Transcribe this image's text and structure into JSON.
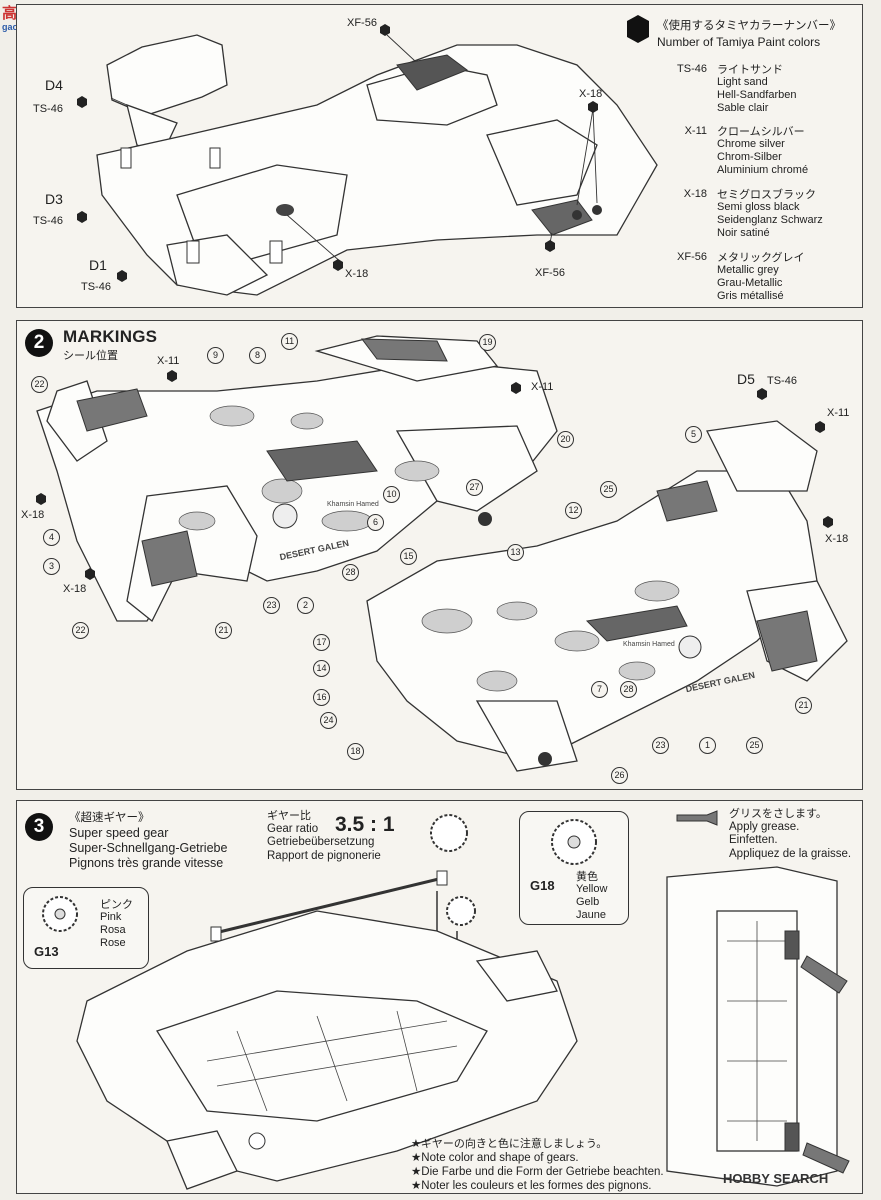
{
  "watermark": {
    "logo_text": "高手网",
    "url_text": "gao.shou.net"
  },
  "step1": {
    "paint_header_jp": "《使用するタミヤカラーナンバー》",
    "paint_header_en": "Number of Tamiya Paint colors",
    "paints": [
      {
        "code": "TS-46",
        "jp": "ライトサンド",
        "en": "Light sand",
        "de": "Hell-Sandfarben",
        "fr": "Sable clair"
      },
      {
        "code": "X-11",
        "jp": "クロームシルバー",
        "en": "Chrome silver",
        "de": "Chrom-Silber",
        "fr": "Aluminium chromé"
      },
      {
        "code": "X-18",
        "jp": "セミグロスブラック",
        "en": "Semi gloss black",
        "de": "Seidenglanz Schwarz",
        "fr": "Noir satiné"
      },
      {
        "code": "XF-56",
        "jp": "メタリックグレイ",
        "en": "Metallic grey",
        "de": "Grau-Metallic",
        "fr": "Gris métallisé"
      }
    ],
    "callouts": {
      "d4": "D4",
      "d4_paint": "TS-46",
      "d3": "D3",
      "d3_paint": "TS-46",
      "d1": "D1",
      "d1_paint": "TS-46",
      "xf56_top": "XF-56",
      "x18_right": "X-18",
      "x18_bottom": "X-18",
      "xf56_bottom": "XF-56"
    }
  },
  "step2": {
    "number": "2",
    "title": "MARKINGS",
    "title_jp": "シール位置",
    "callouts": {
      "x11_a": "X-11",
      "x11_b": "X-11",
      "x11_c": "X-11",
      "x18_a": "X-18",
      "x18_b": "X-18",
      "x18_c": "X-18",
      "d5": "D5",
      "d5_paint": "TS-46"
    },
    "markers_left": [
      "22",
      "9",
      "8",
      "11",
      "19",
      "20",
      "10",
      "6",
      "27",
      "28",
      "23",
      "2",
      "3",
      "4",
      "21",
      "22"
    ],
    "markers_right": [
      "5",
      "25",
      "12",
      "13",
      "15",
      "17",
      "14",
      "16",
      "24",
      "18",
      "7",
      "28",
      "23",
      "1",
      "25",
      "21",
      "26"
    ],
    "decal_text": [
      "DESERT GALEN",
      "Khamsin Hamed"
    ]
  },
  "step3": {
    "number": "3",
    "title_jp": "《超速ギヤー》",
    "title_en": "Super speed gear",
    "title_de": "Super-Schnellgang-Getriebe",
    "title_fr": "Pignons très grande vitesse",
    "ratio_jp": "ギヤー比",
    "ratio_en": "Gear ratio",
    "ratio_de": "Getriebeübersetzung",
    "ratio_fr": "Rapport de pignonerie",
    "ratio_value": "3.5 : 1",
    "g13": {
      "code": "G13",
      "jp": "ピンク",
      "en": "Pink",
      "de": "Rosa",
      "fr": "Rose"
    },
    "g18": {
      "code": "G18",
      "jp": "黄色",
      "en": "Yellow",
      "de": "Gelb",
      "fr": "Jaune"
    },
    "grease_jp": "グリスをさします。",
    "grease_en": "Apply grease.",
    "grease_de": "Einfetten.",
    "grease_fr": "Appliquez de la graisse.",
    "notes": [
      "★ギヤーの向きと色に注意しましょう。",
      "★Note color and shape of gears.",
      "★Die Farbe und die Form der Getriebe beachten.",
      "★Noter les couleurs et les formes des pignons."
    ]
  },
  "footer": {
    "brand": "HOBBY SEARCH"
  }
}
